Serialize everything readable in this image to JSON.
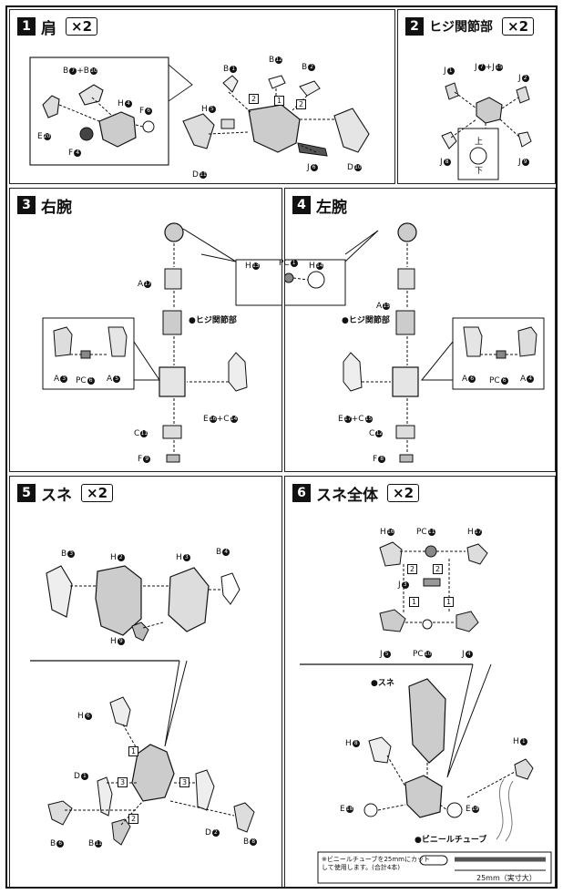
{
  "panels": {
    "p1": {
      "num": "1",
      "title": "肩",
      "qty": "×2"
    },
    "p2": {
      "num": "2",
      "title": "ヒジ関節部",
      "qty": "×2"
    },
    "p3": {
      "num": "3",
      "title": "右腕"
    },
    "p4": {
      "num": "4",
      "title": "左腕"
    },
    "p5": {
      "num": "5",
      "title": "スネ",
      "qty": "×2"
    },
    "p6": {
      "num": "6",
      "title": "スネ全体",
      "qty": "×2"
    }
  },
  "p1_labels": {
    "b7b10": "B",
    "b7b10_n": "7",
    "b7b10_plus": "+B",
    "b7b10_n2": "10",
    "h4": "H",
    "h4_n": "4",
    "f6": "F",
    "f6_n": "6",
    "e20": "E",
    "e20_n": "20",
    "f4": "F",
    "f4_n": "4",
    "b1": "B",
    "b1_n": "1",
    "b12": "B",
    "b12_n": "12",
    "b2": "B",
    "b2_n": "2",
    "h5": "H",
    "h5_n": "5",
    "d11": "D",
    "d11_n": "11",
    "j6": "J",
    "j6_n": "6",
    "d10": "D",
    "d10_n": "10",
    "s2a": "2",
    "s1": "1",
    "s2b": "2"
  },
  "p2_labels": {
    "j1": "J",
    "j1_n": "1",
    "j7j15": "J",
    "j7j15_n": "7",
    "j7j15_plus": "+J",
    "j7j15_n2": "15",
    "j2": "J",
    "j2_n": "2",
    "j8": "J",
    "j8_n": "8",
    "j9": "J",
    "j9_n": "9",
    "up": "上",
    "down": "下"
  },
  "p3_labels": {
    "a17": "A",
    "a17_n": "17",
    "joint": "ヒジ関節部",
    "a3": "A",
    "a3_n": "3",
    "pc6": "PC",
    "pc6_n": "6",
    "a5": "A",
    "a5_n": "5",
    "e16c14": "E",
    "e16c14_n": "16",
    "e16c14_plus": "+C",
    "e16c14_n2": "14",
    "c11": "C",
    "c11_n": "11",
    "f9": "F",
    "f9_n": "9"
  },
  "p34_shared": {
    "h13": "H",
    "h13_n": "13",
    "pc1": "PC",
    "pc1_n": "1",
    "h14": "H",
    "h14_n": "14"
  },
  "p4_labels": {
    "a15": "A",
    "a15_n": "15",
    "joint": "ヒジ関節部",
    "a6": "A",
    "a6_n": "6",
    "pc6": "PC",
    "pc6_n": "6",
    "a4": "A",
    "a4_n": "4",
    "e17c15": "E",
    "e17c15_n": "17",
    "e17c15_plus": "+C",
    "e17c15_n2": "15",
    "c12": "C",
    "c12_n": "12",
    "f8": "F",
    "f8_n": "8"
  },
  "p5_labels": {
    "b3": "B",
    "b3_n": "3",
    "h2": "H",
    "h2_n": "2",
    "h3": "H",
    "h3_n": "3",
    "b4": "B",
    "b4_n": "4",
    "h9": "H",
    "h9_n": "9",
    "h6": "H",
    "h6_n": "6",
    "d1": "D",
    "d1_n": "1",
    "d2": "D",
    "d2_n": "2",
    "b6": "B",
    "b6_n": "6",
    "b11": "B",
    "b11_n": "11",
    "b8": "B",
    "b8_n": "8",
    "s1": "1",
    "s3a": "3",
    "s3b": "3",
    "s2": "2"
  },
  "p6_labels": {
    "h16": "H",
    "h16_n": "16",
    "pc11": "PC",
    "pc11_n": "11",
    "h17": "H",
    "h17_n": "17",
    "j3": "J",
    "j3_n": "3",
    "j5": "J",
    "j5_n": "5",
    "pc10": "PC",
    "pc10_n": "10",
    "j4": "J",
    "j4_n": "4",
    "s2a": "2",
    "s2b": "2",
    "s1a": "1",
    "s1b": "1",
    "sune": "スネ",
    "h8": "H",
    "h8_n": "8",
    "h1": "H",
    "h1_n": "1",
    "e18": "E",
    "e18_n": "18",
    "e19": "E",
    "e19_n": "19",
    "tube": "ビニールチューブ",
    "note": "※ビニールチューブを25mmにカットして使用します。(合計4本)",
    "measure": "25mm（実寸大）"
  }
}
